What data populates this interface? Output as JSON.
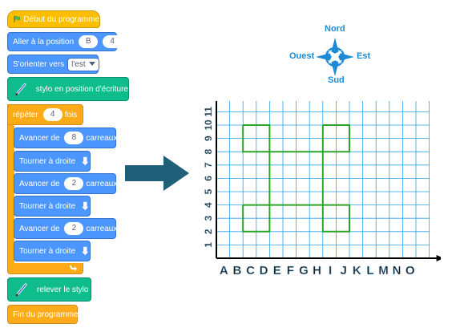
{
  "blocks": {
    "start": "Début du programme",
    "goto_label": "Aller à la position",
    "goto_x": "B",
    "goto_y": "4",
    "orient_label": "S'orienter vers",
    "orient_value": "l'est",
    "pen_down": "stylo en position d'écriture",
    "repeat_label": "répéter",
    "repeat_count": "4",
    "repeat_suffix": "fois",
    "forward_label": "Avancer de",
    "forward_1": "8",
    "forward_2": "2",
    "forward_3": "2",
    "forward_unit": "carreaux",
    "turn_right": "Tourner à droite",
    "pen_up": "relever le stylo",
    "end": "Fin du programme"
  },
  "compass": {
    "north": "Nord",
    "south": "Sud",
    "east": "Est",
    "west": "Ouest"
  },
  "grid": {
    "columns": [
      "A",
      "B",
      "C",
      "D",
      "E",
      "F",
      "G",
      "H",
      "I",
      "J",
      "K",
      "L",
      "M",
      "N",
      "O"
    ],
    "rows": [
      "1",
      "2",
      "3",
      "4",
      "5",
      "6",
      "7",
      "8",
      "9",
      "10",
      "11"
    ]
  },
  "colors": {
    "event": "#ffbf00",
    "motion": "#4c97ff",
    "pen": "#0fbd8c",
    "control": "#ffab19",
    "gridline": "#29a3e6",
    "figure": "#2aa52a",
    "arrow": "#1f5f7a"
  }
}
